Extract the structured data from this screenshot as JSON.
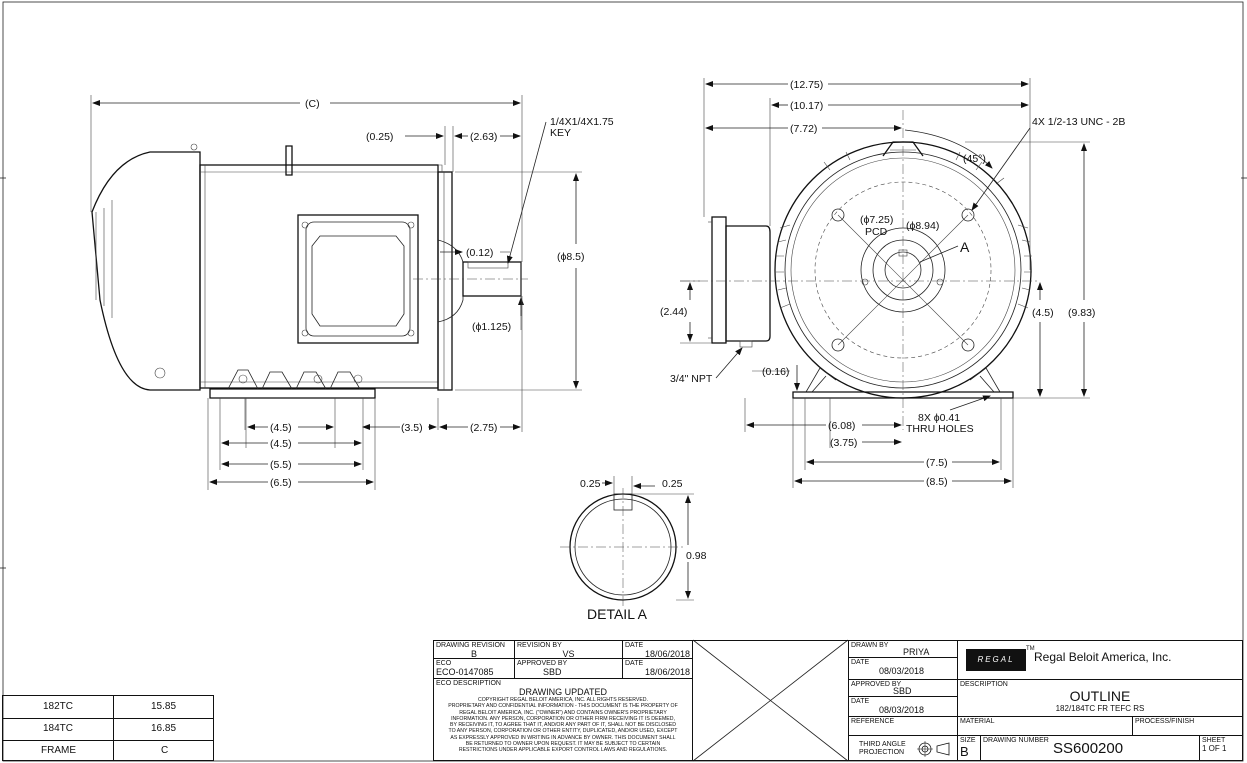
{
  "side_view": {
    "dims": {
      "c": "(C)",
      "d025": "(0.25)",
      "d263": "(2.63)",
      "key": "1/4X1/4X1.75",
      "key2": "KEY",
      "d012": "(0.12)",
      "d85": "(ϕ8.5)",
      "d1125": "(ϕ1.125)",
      "d45a": "(4.5)",
      "d45b": "(4.5)",
      "d55": "(5.5)",
      "d65": "(6.5)",
      "d35": "(3.5)",
      "d275": "(2.75)"
    }
  },
  "front_view": {
    "dims": {
      "d1275": "(12.75)",
      "d1017": "(10.17)",
      "d772": "(7.72)",
      "holes": "4X 1/2-13 UNC - 2B",
      "d45deg": "(45°)",
      "d725": "(ϕ7.25)",
      "pcd": "PCD",
      "d894": "(ϕ8.94)",
      "a_label": "A",
      "d244": "(2.44)",
      "npt": "3/4\" NPT",
      "d016": "(0.16)",
      "d45": "(4.5)",
      "d983": "(9.83)",
      "d608": "(6.08)",
      "d375": "(3.75)",
      "thru1": "8X ϕ0.41",
      "thru2": "THRU HOLES",
      "d75": "(7.5)",
      "d85": "(8.5)"
    }
  },
  "detail_a": {
    "title": "DETAIL A",
    "d025l": "0.25",
    "d025r": "0.25",
    "d098": "0.98"
  },
  "frame_table": {
    "rows": [
      {
        "frame": "182TC",
        "c": "15.85"
      },
      {
        "frame": "184TC",
        "c": "16.85"
      },
      {
        "frame": "FRAME",
        "c": "C"
      }
    ]
  },
  "title_block": {
    "drawing_revision_cap": "DRAWING REVISION",
    "drawing_revision": "B",
    "revision_by_cap": "REVISION BY",
    "revision_by": "VS",
    "date_cap": "DATE",
    "rev_date": "18/06/2018",
    "eco_cap": "ECO",
    "eco": "ECO-0147085",
    "approved_by_cap": "APPROVED BY",
    "approved_by_rev": "SBD",
    "date2_cap": "DATE",
    "approved_date_rev": "18/06/2018",
    "eco_desc_cap": "ECO DESCRIPTION",
    "eco_desc": "DRAWING UPDATED",
    "copyright": [
      "COPYRIGHT REGAL BELOIT AMERICA, INC. ALL RIGHTS RESERVED.",
      "PROPRIETARY AND CONFIDENTIAL INFORMATION - THIS DOCUMENT IS THE PROPERTY OF",
      "REGAL BELOIT AMERICA, INC. (\"OWNER\") AND CONTAINS OWNER'S PROPRIETARY",
      "INFORMATION. ANY PERSON, CORPORATION OR OTHER FIRM RECEIVING IT IS DEEMED,",
      "BY RECEIVING IT, TO AGREE THAT IT, AND/OR ANY PART OF IT, SHALL NOT BE DISCLOSED",
      "TO ANY PERSON, CORPORATION OR OTHER ENTITY, DUPLICATED, AND/OR USED, EXCEPT",
      "AS EXPRESSLY APPROVED IN WRITING IN ADVANCE BY OWNER. THIS DOCUMENT SHALL",
      "BE RETURNED TO OWNER UPON REQUEST. IT MAY BE SUBJECT TO CERTAIN",
      "RESTRICTIONS UNDER APPLICABLE EXPORT CONTROL LAWS AND REGULATIONS."
    ],
    "drawn_by_cap": "DRAWN BY",
    "drawn_by": "PRIYA",
    "drawn_date_cap": "DATE",
    "drawn_date": "08/03/2018",
    "approved_cap": "APPROVED BY",
    "approved": "SBD",
    "approved_date_cap": "DATE",
    "approved_date": "08/03/2018",
    "reference_cap": "REFERENCE",
    "projection1": "THIRD ANGLE",
    "projection2": "PROJECTION",
    "logo_text": "REGAL",
    "tm": "TM",
    "company": "Regal Beloit America, Inc.",
    "description_cap": "DESCRIPTION",
    "description": "OUTLINE",
    "description_sub": "182/184TC FR TEFC RS",
    "material_cap": "MATERIAL",
    "process_cap": "PROCESS/FINISH",
    "size_cap": "SIZE",
    "size": "B",
    "drawing_number_cap": "DRAWING NUMBER",
    "drawing_number": "SS600200",
    "sheet_cap": "SHEET",
    "sheet": "1 OF 1"
  }
}
